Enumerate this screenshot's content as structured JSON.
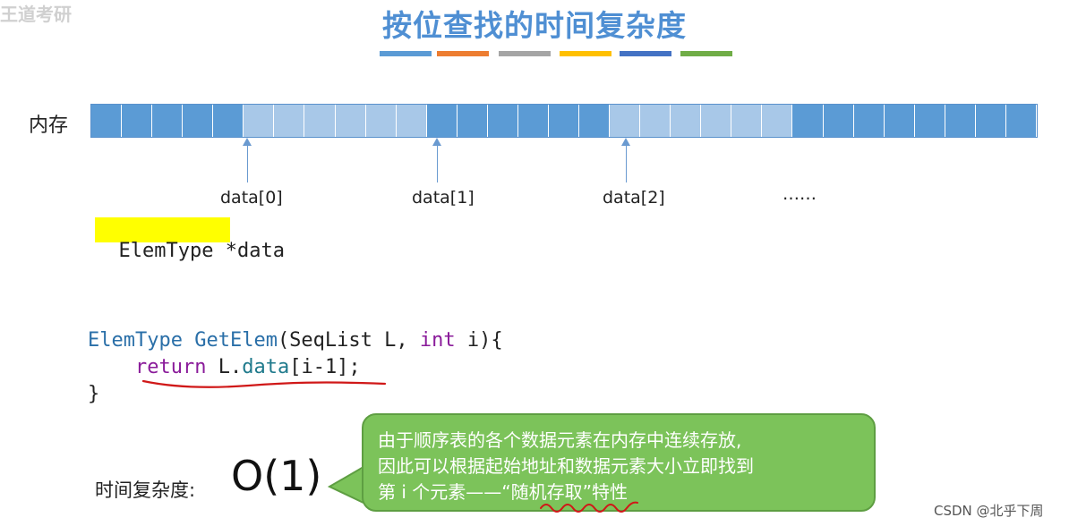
{
  "header": {
    "title": "按位查找的时间复杂度",
    "corner_text": "王道考研"
  },
  "color_bar_colors": [
    "#5b9bd5",
    "#ed7d31",
    "#a5a5a5",
    "#ffc000",
    "#4472c4",
    "#70ad47"
  ],
  "memory": {
    "label": "内存",
    "dark_color": "#5b9bd5",
    "light_color": "#a8c8e8",
    "cells": [
      "dark",
      "dark",
      "dark",
      "dark",
      "dark",
      "light",
      "light",
      "light",
      "light",
      "light",
      "light",
      "dark",
      "dark",
      "dark",
      "dark",
      "dark",
      "dark",
      "light",
      "light",
      "light",
      "light",
      "light",
      "light",
      "dark",
      "dark",
      "dark",
      "dark",
      "dark",
      "dark",
      "dark",
      "dark"
    ],
    "pointers": [
      "data[0]",
      "data[1]",
      "data[2]",
      "……"
    ]
  },
  "declaration": {
    "highlight": "ElemType *",
    "rest": "data"
  },
  "code": {
    "line1_type": "ElemType",
    "line1_func": "GetElem",
    "line1_paren": "(SeqList L, ",
    "line1_kw": "int",
    "line1_end": " i){",
    "line2_kw": "return",
    "line2_obj": "L.",
    "line2_member": "data",
    "line2_end": "[i-1];",
    "line3": "}"
  },
  "complexity": {
    "label": "时间复杂度:",
    "value": "O(1)"
  },
  "callout": {
    "line1": "由于顺序表的各个数据元素在内存中连续存放,",
    "line2": "因此可以根据起始地址和数据元素大小立即找到",
    "line3": "第 i 个元素——“随机存取”特性"
  },
  "watermark": "CSDN @北乎下周"
}
